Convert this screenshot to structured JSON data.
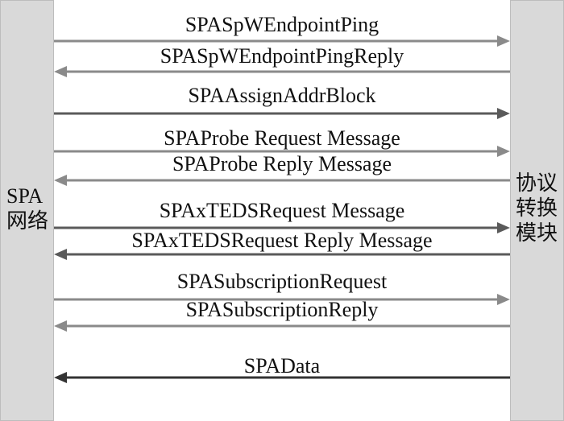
{
  "left_participant": {
    "line1": "SPA",
    "line2": "网络"
  },
  "right_participant": {
    "line1": "协议",
    "line2": "转换",
    "line3": "模块"
  },
  "messages": [
    {
      "label": "SPASpWEndpointPing",
      "direction": "right",
      "color": "#8a8a8a"
    },
    {
      "label": "SPASpWEndpointPingReply",
      "direction": "left",
      "color": "#8a8a8a"
    },
    {
      "label": "SPAAssignAddrBlock",
      "direction": "right",
      "color": "#5a5a5a"
    },
    {
      "label": "SPAProbe Request Message",
      "direction": "right",
      "color": "#8a8a8a"
    },
    {
      "label": "SPAProbe Reply Message",
      "direction": "left",
      "color": "#8a8a8a"
    },
    {
      "label": "SPAxTEDSRequest Message",
      "direction": "right",
      "color": "#5a5a5a"
    },
    {
      "label": "SPAxTEDSRequest Reply Message",
      "direction": "left",
      "color": "#5a5a5a"
    },
    {
      "label": "SPASubscriptionRequest",
      "direction": "right",
      "color": "#8a8a8a"
    },
    {
      "label": "SPASubscriptionReply",
      "direction": "left",
      "color": "#8a8a8a"
    },
    {
      "label": "SPAData",
      "direction": "left",
      "color": "#333333"
    }
  ]
}
